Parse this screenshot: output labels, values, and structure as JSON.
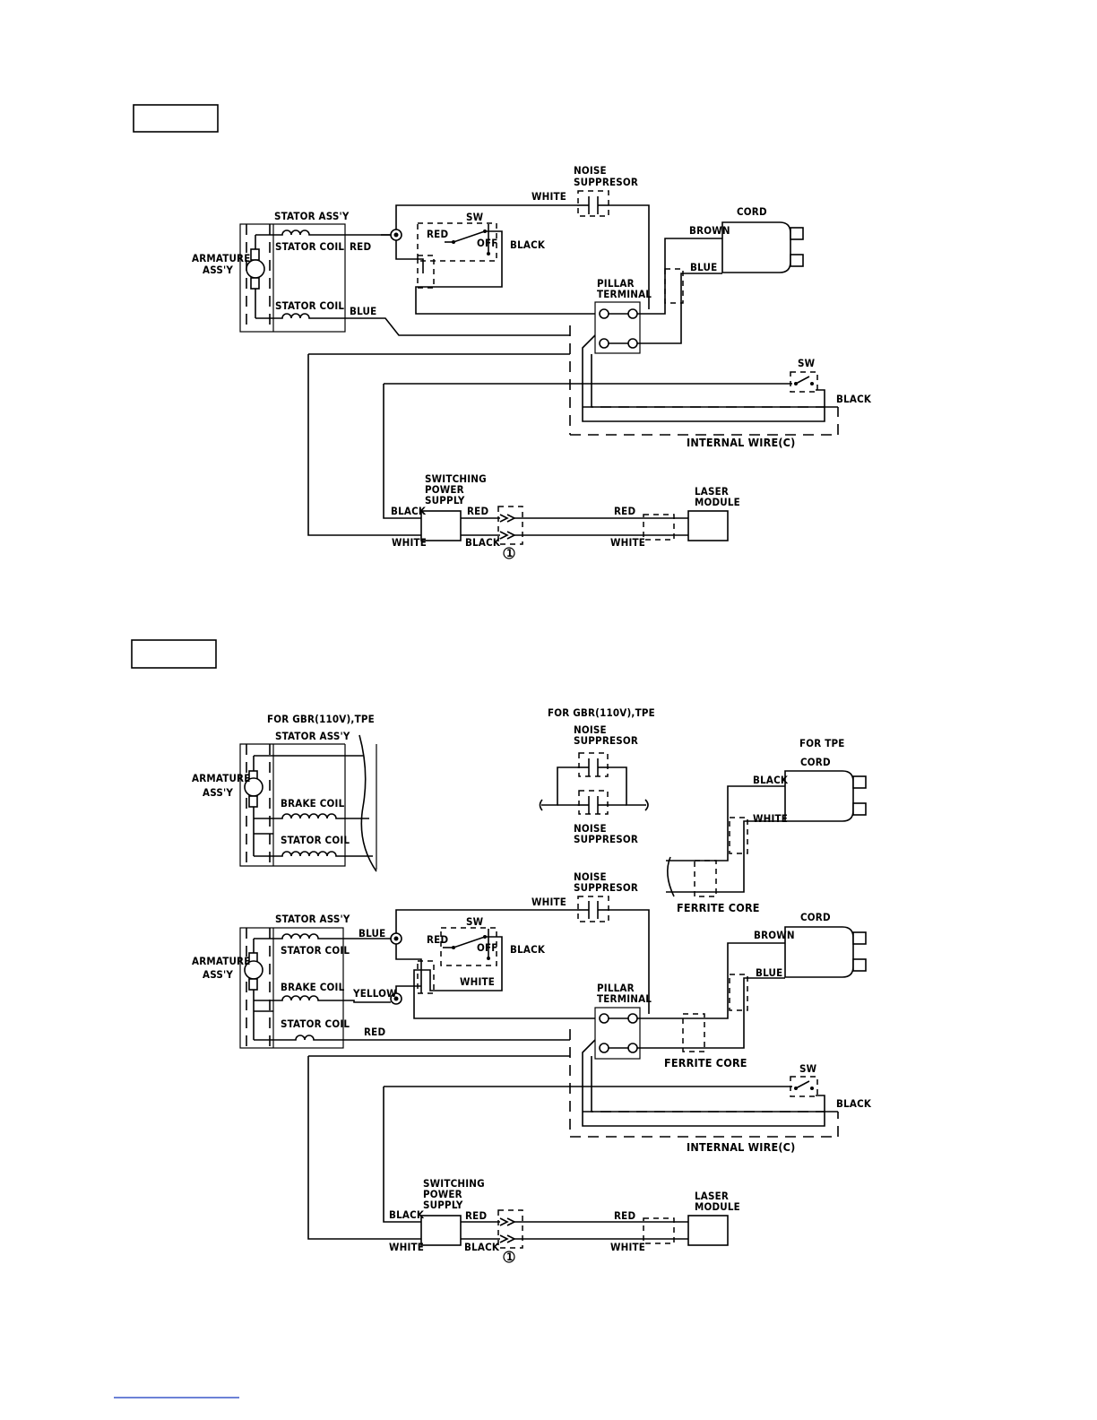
{
  "labels": {
    "white": "WHITE",
    "black": "BLACK",
    "red": "RED",
    "blue": "BLUE",
    "brown": "BROWN",
    "yellow": "YELLOW",
    "noise": "NOISE",
    "suppresor": "SUPPRESOR",
    "sw": "SW",
    "off": "OFF",
    "cord": "CORD",
    "stator_assy": "STATOR ASS'Y",
    "stator_coil": "STATOR COIL",
    "brake_coil": "BRAKE COIL",
    "armature": "ARMATURE",
    "assy": "ASS'Y",
    "pillar": "PILLAR",
    "terminal": "TERMINAL",
    "internal_wire": "INTERNAL WIRE(C)",
    "switching": "SWITCHING",
    "power": "POWER",
    "supply": "SUPPLY",
    "laser": "LASER",
    "module": "MODULE",
    "connector_num": "1",
    "for_gbr_tpe": "FOR GBR(110V),TPE",
    "for_tpe": "FOR TPE",
    "ferrite_core": "FERRITE CORE"
  }
}
